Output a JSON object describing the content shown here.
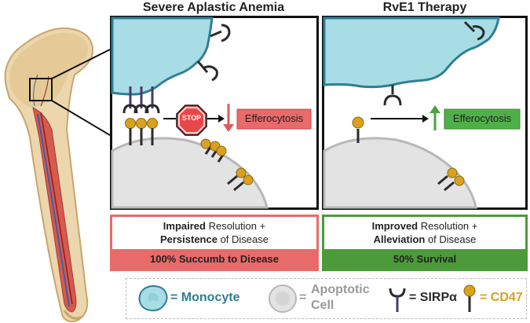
{
  "panels": {
    "left": {
      "title": "Severe Aplastic Anemia",
      "stop_label": "STOP",
      "efferocytosis_label": "Efferocytosis",
      "outcome_line1_bold": "Impaired",
      "outcome_line1_rest": " Resolution +",
      "outcome_line2_bold": "Persistence",
      "outcome_line2_rest": " of Disease",
      "outcome_result": "100% Succumb to Disease"
    },
    "right": {
      "title": "RvE1 Therapy",
      "efferocytosis_label": "Efferocytosis",
      "outcome_line1_bold": "Improved",
      "outcome_line1_rest": " Resolution +",
      "outcome_line2_bold": "Alleviation",
      "outcome_line2_rest": " of Disease",
      "outcome_result": "50% Survival"
    }
  },
  "legend": {
    "monocyte": "= Monocyte",
    "apoptotic_line1": "Apoptotic",
    "apoptotic_line2": "Cell",
    "apoptotic_eq": "=",
    "sirpa": "= SIRPα",
    "cd47": "= CD47"
  },
  "colors": {
    "monocyte": "#a8dde6",
    "monocyte_edge": "#2e7f96",
    "apoptotic": "#e3e3e3",
    "apoptotic_edge": "#b8b8b8",
    "sirpa": "#2b2b2b",
    "sirpa_stem": "#4a3a6a",
    "cd47": "#d9a11e",
    "down_red": "#e05a5a",
    "up_green": "#4aa33c",
    "left_outcome": "#e86a6a",
    "right_outcome": "#4c9a3a",
    "bone": "#e8cfa4",
    "marrow": "#d75a4e"
  }
}
